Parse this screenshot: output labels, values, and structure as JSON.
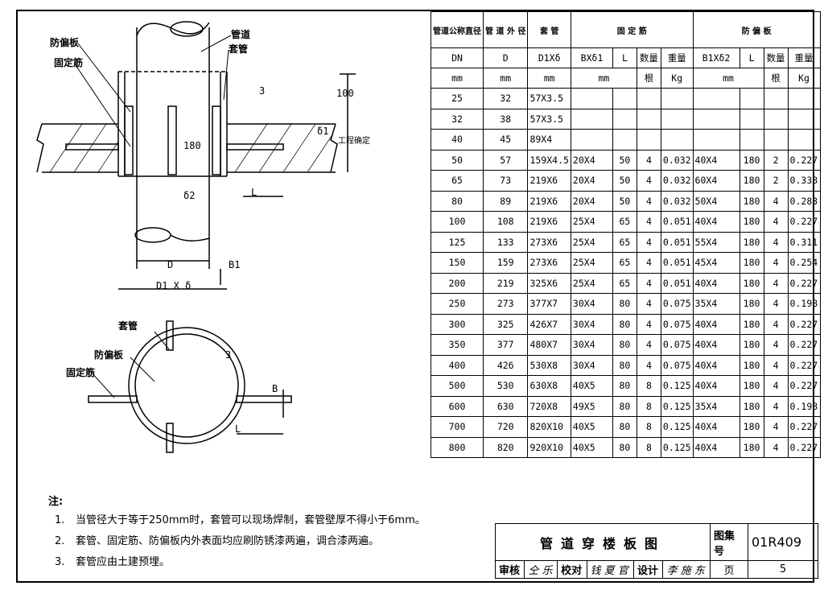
{
  "drawing": {
    "labels": {
      "anti_leak": "防偏板",
      "fixing_bar": "固定筋",
      "pipe": "管道",
      "sleeve": "套管",
      "weld_mark": "3",
      "height_100": "100",
      "height_180": "180",
      "delta1": "δ1",
      "delta2": "δ2",
      "L": "L",
      "floor_thk": "工程确定",
      "D": "D",
      "B1": "B1",
      "D1xd": "D1 X δ",
      "B": "B"
    },
    "plan_labels": {
      "sleeve": "套管",
      "anti_leak": "防偏板",
      "fixing_bar": "固定筋",
      "weld_mark": "3",
      "B": "B",
      "L": "L"
    }
  },
  "table": {
    "header1": [
      "管道公称直径",
      "管 道 外 径",
      "套 管",
      "固 定 筋",
      "",
      "",
      "",
      "防 偏 板",
      "",
      "",
      ""
    ],
    "header2": [
      "DN",
      "D",
      "D1Xδ",
      "BXδ1",
      "L",
      "数量",
      "重量",
      "B1Xδ2",
      "L",
      "数量",
      "重量"
    ],
    "header3": [
      "mm",
      "mm",
      "mm",
      "mm",
      "",
      "根",
      "Kg",
      "mm",
      "",
      "根",
      "Kg"
    ],
    "rows": [
      [
        "25",
        "32",
        "57X3.5",
        "",
        "",
        "",
        "",
        "",
        "",
        "",
        ""
      ],
      [
        "32",
        "38",
        "57X3.5",
        "",
        "",
        "",
        "",
        "",
        "",
        "",
        ""
      ],
      [
        "40",
        "45",
        "89X4",
        "",
        "",
        "",
        "",
        "",
        "",
        "",
        ""
      ],
      [
        "50",
        "57",
        "159X4.5",
        "20X4",
        "50",
        "4",
        "0.032",
        "40X4",
        "180",
        "2",
        "0.227"
      ],
      [
        "65",
        "73",
        "219X6",
        "20X4",
        "50",
        "4",
        "0.032",
        "60X4",
        "180",
        "2",
        "0.338"
      ],
      [
        "80",
        "89",
        "219X6",
        "20X4",
        "50",
        "4",
        "0.032",
        "50X4",
        "180",
        "4",
        "0.283"
      ],
      [
        "100",
        "108",
        "219X6",
        "25X4",
        "65",
        "4",
        "0.051",
        "40X4",
        "180",
        "4",
        "0.227"
      ],
      [
        "125",
        "133",
        "273X6",
        "25X4",
        "65",
        "4",
        "0.051",
        "55X4",
        "180",
        "4",
        "0.311"
      ],
      [
        "150",
        "159",
        "273X6",
        "25X4",
        "65",
        "4",
        "0.051",
        "45X4",
        "180",
        "4",
        "0.254"
      ],
      [
        "200",
        "219",
        "325X6",
        "25X4",
        "65",
        "4",
        "0.051",
        "40X4",
        "180",
        "4",
        "0.227"
      ],
      [
        "250",
        "273",
        "377X7",
        "30X4",
        "80",
        "4",
        "0.075",
        "35X4",
        "180",
        "4",
        "0.198"
      ],
      [
        "300",
        "325",
        "426X7",
        "30X4",
        "80",
        "4",
        "0.075",
        "40X4",
        "180",
        "4",
        "0.227"
      ],
      [
        "350",
        "377",
        "480X7",
        "30X4",
        "80",
        "4",
        "0.075",
        "40X4",
        "180",
        "4",
        "0.227"
      ],
      [
        "400",
        "426",
        "530X8",
        "30X4",
        "80",
        "4",
        "0.075",
        "40X4",
        "180",
        "4",
        "0.227"
      ],
      [
        "500",
        "530",
        "630X8",
        "40X5",
        "80",
        "8",
        "0.125",
        "40X4",
        "180",
        "4",
        "0.227"
      ],
      [
        "600",
        "630",
        "720X8",
        "49X5",
        "80",
        "8",
        "0.125",
        "35X4",
        "180",
        "4",
        "0.198"
      ],
      [
        "700",
        "720",
        "820X10",
        "40X5",
        "80",
        "8",
        "0.125",
        "40X4",
        "180",
        "4",
        "0.227"
      ],
      [
        "800",
        "820",
        "920X10",
        "40X5",
        "80",
        "8",
        "0.125",
        "40X4",
        "180",
        "4",
        "0.227"
      ]
    ]
  },
  "notes": {
    "title": "注:",
    "items": [
      {
        "n": "1.",
        "text": "当管径大于等于250mm时，套管可以现场焊制，套管壁厚不得小于6mm。"
      },
      {
        "n": "2.",
        "text": "套管、固定筋、防偏板内外表面均应刷防锈漆两遍，调合漆两遍。"
      },
      {
        "n": "3.",
        "text": "套管应由土建预埋。"
      }
    ]
  },
  "title_block": {
    "title": "管道穿楼板图",
    "atlas_label": "图集号",
    "atlas_no": "01R409",
    "review_label": "审核",
    "review_sig": "仝 乐",
    "check_label": "校对",
    "check_sig": "钱 夏 官",
    "design_label": "设计",
    "design_sig": "李 施 东",
    "page_label": "页",
    "page_no": "5"
  }
}
